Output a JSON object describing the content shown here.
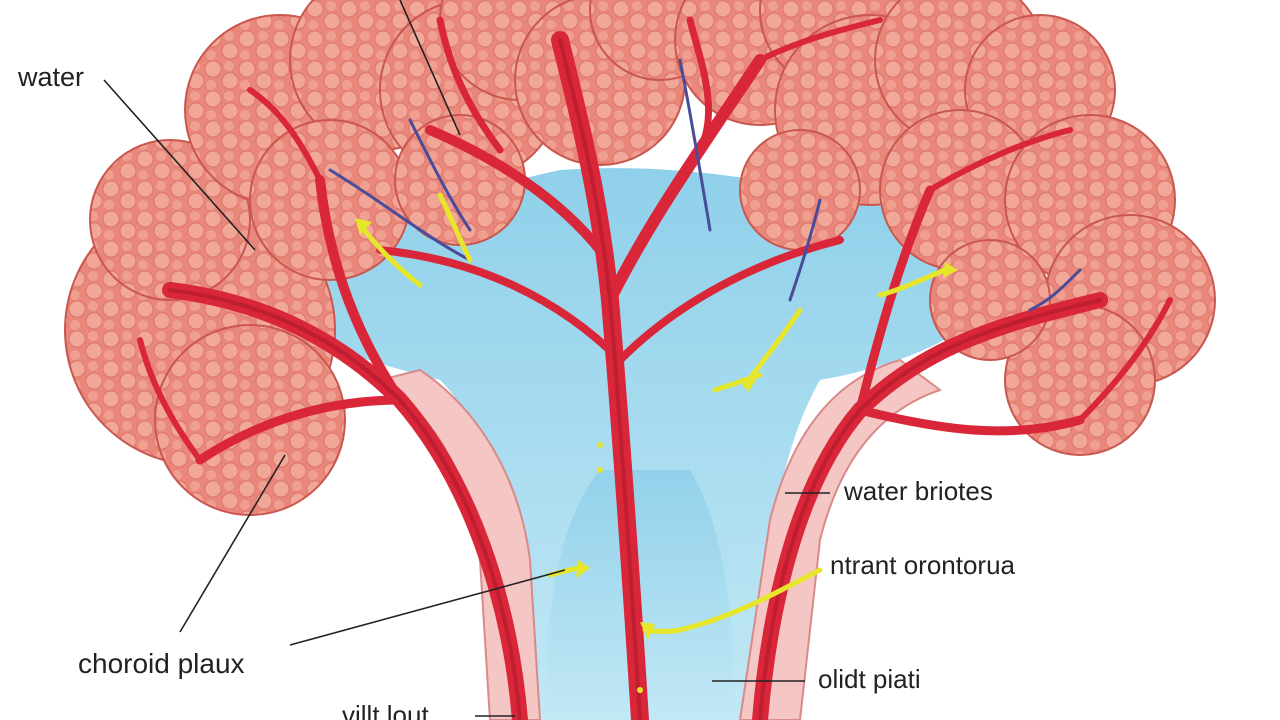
{
  "labels": {
    "water": "water",
    "water_briotes": "water briotes",
    "ntrant": "ntrant orontorua",
    "choroid": "choroid plaux",
    "olidt": "olidt piati",
    "villt": "villt lout"
  },
  "colors": {
    "tissue": "#e8877a",
    "tissue_dark": "#c9574f",
    "tissue_light": "#f4ae9f",
    "vessel_red": "#d92638",
    "vessel_dark": "#a8182a",
    "vein_blue": "#4a4c9a",
    "fluid_blue": "#a9dcef",
    "arrow_yellow": "#e6e62a",
    "stalk_pink": "#f4c6c4",
    "leader_line": "#222222"
  }
}
